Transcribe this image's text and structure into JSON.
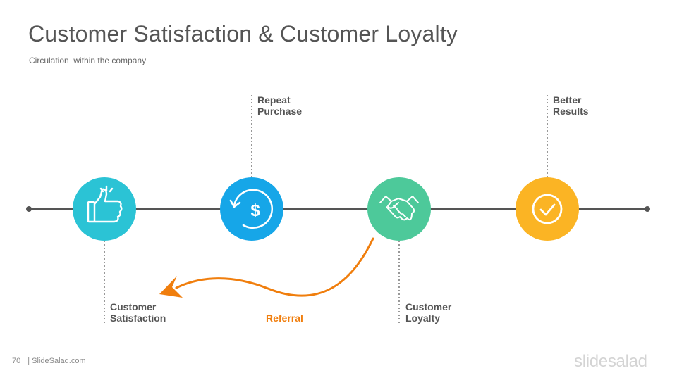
{
  "slide": {
    "title": "Customer Satisfaction & Customer Loyalty",
    "subtitle": "Circulation  within the company"
  },
  "nodes": [
    {
      "id": "satisfaction",
      "icon": "thumbs-up-icon",
      "color": "#2BC3D5",
      "label_line1": "Customer",
      "label_line2": "Satisfaction"
    },
    {
      "id": "repeat",
      "icon": "dollar-cycle-icon",
      "color": "#16A6E8",
      "label_line1": "Repeat",
      "label_line2": "Purchase"
    },
    {
      "id": "loyalty",
      "icon": "handshake-icon",
      "color": "#4DC99A",
      "label_line1": "Customer",
      "label_line2": "Loyalty"
    },
    {
      "id": "results",
      "icon": "checkmark-icon",
      "color": "#FBB424",
      "label_line1": "Better",
      "label_line2": "Results"
    }
  ],
  "referral": {
    "label": "Referral",
    "color": "#F07E0D"
  },
  "footer": {
    "page_number": "70",
    "site": "| SlideSalad.com"
  },
  "brand": {
    "logo_text": "slidesalad"
  }
}
